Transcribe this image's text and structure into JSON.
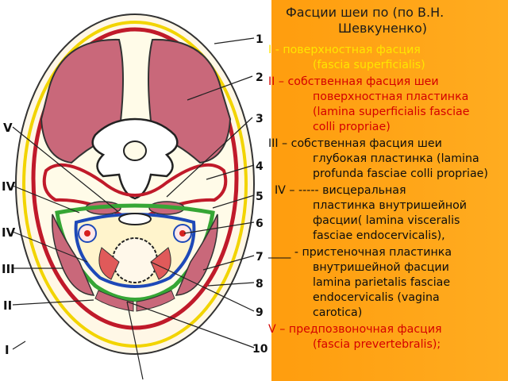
{
  "title": {
    "line1": "Фасции шеи по (по В.Н.",
    "line2": "Шевкуненко)"
  },
  "legend": [
    {
      "lines": [
        "I - поверхностная фасция",
        "(fascia superficialis)"
      ],
      "color": "#ffe600"
    },
    {
      "lines": [
        "II – собственная фасция шеи",
        "поверхностная пластинка",
        "(lamina superficialis fasciae",
        "colli propriae)"
      ],
      "color": "#d40000"
    },
    {
      "lines": [
        "III – собственная фасция шеи",
        "глубокая пластинка (lamina",
        "profunda fasciae colli propriae)"
      ],
      "color": "#0d0d0d"
    },
    {
      "lines": [
        "IV – ----- висцеральная",
        "пластинка внутришейной",
        "фасции( lamina visceralis",
        "fasciae endocervicalis),"
      ],
      "color": "#0d0d0d"
    },
    {
      "lines": [
        "____ - пристеночная  пластинка",
        "внутришейной фасции",
        "lamina parietalis fasciae",
        "endocervicalis (vagina",
        "carotica)"
      ],
      "color": "#0d0d0d"
    },
    {
      "lines": [
        "V – предпозвоночная фасция",
        "(fascia prevertebralis);"
      ],
      "color": "#d40000"
    }
  ],
  "figure": {
    "left_labels": [
      "V",
      "IV",
      "IV",
      "III",
      "II",
      "I"
    ],
    "right_labels": [
      "1",
      "2",
      "3",
      "4",
      "5",
      "6",
      "7",
      "8",
      "9",
      "10"
    ]
  }
}
